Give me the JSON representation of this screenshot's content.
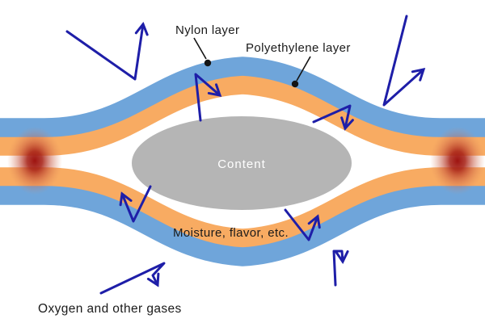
{
  "figure": {
    "type": "packaging-film-cross-section-diagram",
    "labels": {
      "nylon_layer": "Nylon layer",
      "polyethylene_layer": "Polyethylene layer",
      "content": "Content",
      "moisture": "Moisture, flavor, etc.",
      "oxygen": "Oxygen and other gases"
    },
    "colors": {
      "nylon_layer": "#6fa5da",
      "polyethylene_layer": "#f8ab62",
      "content_fill": "#b5b5b5",
      "content_text": "#ffffff",
      "heat_seal_core": "#9e1310",
      "arrow": "#1e1ea8",
      "label_text": "#1a1a1a",
      "background": "#ffffff"
    }
  }
}
